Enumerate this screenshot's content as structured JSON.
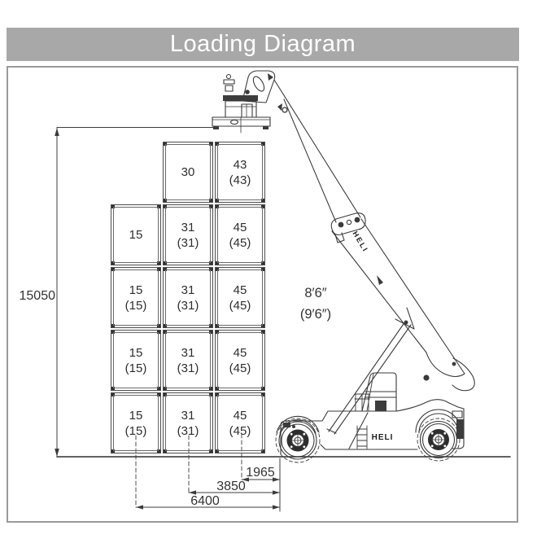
{
  "title": "Loading Diagram",
  "colors": {
    "title_bar": "#a8a8a8",
    "title_text": "#ffffff",
    "line_art": "#3a3a3a"
  },
  "dimensions": {
    "stack_height": "15050",
    "reach_row1": "1965",
    "reach_row2": "3850",
    "reach_row3": "6400"
  },
  "clearance": {
    "line1": "8′6″",
    "line2": "(9′6″)"
  },
  "brand": {
    "boom_label": "HELI",
    "body_label": "HELI"
  },
  "containers": [
    {
      "row": 1,
      "col": 2,
      "line1": "30",
      "line2": ""
    },
    {
      "row": 1,
      "col": 3,
      "line1": "43",
      "line2": "(43)"
    },
    {
      "row": 2,
      "col": 1,
      "line1": "15",
      "line2": ""
    },
    {
      "row": 2,
      "col": 2,
      "line1": "31",
      "line2": "(31)"
    },
    {
      "row": 2,
      "col": 3,
      "line1": "45",
      "line2": "(45)"
    },
    {
      "row": 3,
      "col": 1,
      "line1": "15",
      "line2": "(15)"
    },
    {
      "row": 3,
      "col": 2,
      "line1": "31",
      "line2": "(31)"
    },
    {
      "row": 3,
      "col": 3,
      "line1": "45",
      "line2": "(45)"
    },
    {
      "row": 4,
      "col": 1,
      "line1": "15",
      "line2": "(15)"
    },
    {
      "row": 4,
      "col": 2,
      "line1": "31",
      "line2": "(31)"
    },
    {
      "row": 4,
      "col": 3,
      "line1": "45",
      "line2": "(45)"
    },
    {
      "row": 5,
      "col": 1,
      "line1": "15",
      "line2": "(15)"
    },
    {
      "row": 5,
      "col": 2,
      "line1": "31",
      "line2": "(31)"
    },
    {
      "row": 5,
      "col": 3,
      "line1": "45",
      "line2": "(45)"
    }
  ]
}
